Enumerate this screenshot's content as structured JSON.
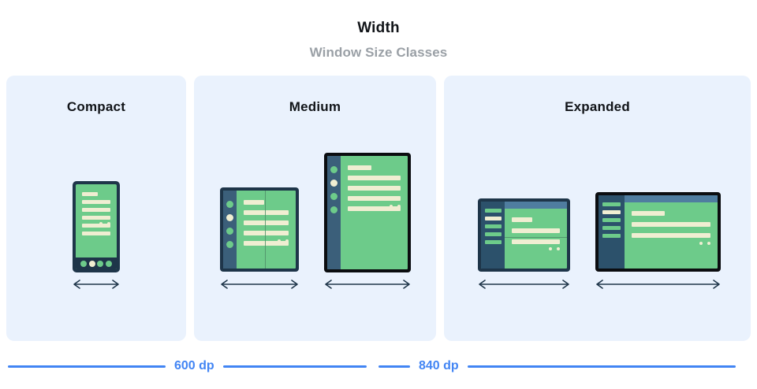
{
  "header": {
    "title": "Width",
    "subtitle": "Window Size Classes"
  },
  "colors": {
    "page_background": "#ffffff",
    "panel_background": "#eaf2fd",
    "device_frame_navy": "#1e3549",
    "device_frame_black": "#0b0d10",
    "screen_green": "#6dcb8a",
    "content_cream": "#f0eed2",
    "rail_navy": "#3b5f7a",
    "drawer_navy": "#2c516b",
    "topbar_slate": "#4f7da0",
    "accent_blue": "#4285f4",
    "title_text": "#111418",
    "subtitle_text": "#9aa0a6"
  },
  "panels": [
    {
      "id": "compact",
      "label": "Compact",
      "devices": [
        {
          "type": "phone",
          "orientation": "portrait",
          "frame": "navy",
          "content_bars": 6,
          "nav_dots": 4,
          "nav_active_index": 1,
          "content_dots": 2
        }
      ]
    },
    {
      "id": "medium",
      "label": "Medium",
      "devices": [
        {
          "type": "foldable",
          "orientation": "portrait",
          "frame": "navy",
          "rail_icons": 4,
          "rail_active_index": 1,
          "content_bars": 5,
          "content_dots": 2,
          "hinge": true
        },
        {
          "type": "tablet",
          "orientation": "portrait",
          "frame": "black",
          "rail_icons": 4,
          "rail_active_index": 1,
          "content_bars": 5,
          "content_dots": 2,
          "hinge": false
        }
      ]
    },
    {
      "id": "expanded",
      "label": "Expanded",
      "devices": [
        {
          "type": "foldable",
          "orientation": "landscape",
          "frame": "navy",
          "drawer_bars": 5,
          "drawer_active_index": 1,
          "content_bars": 3,
          "content_dots": 2,
          "hinge": true
        },
        {
          "type": "tablet",
          "orientation": "landscape",
          "frame": "black",
          "drawer_bars": 5,
          "drawer_active_index": 1,
          "content_bars": 3,
          "content_dots": 2,
          "hinge": false
        }
      ]
    }
  ],
  "breakpoints": [
    {
      "label": "600 dp"
    },
    {
      "label": "840 dp"
    }
  ]
}
